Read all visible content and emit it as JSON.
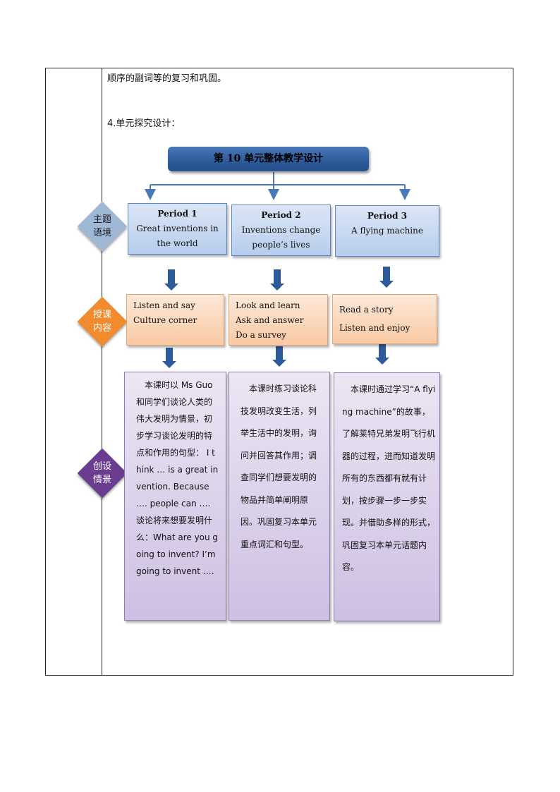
{
  "intro": {
    "line1": "顺序的副词等的复习和巩固。",
    "line2": "4.单元探究设计："
  },
  "diagram": {
    "title": "第 10 单元整体教学设计",
    "row_labels": [
      {
        "line1": "主题",
        "line2": "语境",
        "color": "#9fb8d8"
      },
      {
        "line1": "授课",
        "line2": "内容",
        "color": "#f28a2e"
      },
      {
        "line1": "创设",
        "line2": "情景",
        "color": "#6a3d91"
      }
    ],
    "periods": [
      {
        "title": "Period 1",
        "line1": "Great inventions in",
        "line2": "the world"
      },
      {
        "title": "Period 2",
        "line1": "Inventions change",
        "line2": "people’s lives"
      },
      {
        "title": "Period 3",
        "line1": "A flying machine",
        "line2": ""
      }
    ],
    "contents": [
      {
        "lines": [
          "Listen and say",
          "Culture corner"
        ]
      },
      {
        "lines": [
          "Look and learn",
          "Ask and answer",
          "Do a survey"
        ]
      },
      {
        "lines": [
          "Read a story",
          "Listen and enjoy"
        ]
      }
    ],
    "scenarios": [
      {
        "text": "　本课时以 Ms Guo 和同学们谈论人类的伟大发明为情景，初步学习谈论发明的特点和作用的句型： I think … is a great invention. Because …. people can …. 谈论将来想要发明什么：What are you going to invent? I’m going to invent …."
      },
      {
        "text": "　本课时练习谈论科技发明改变生活，列举生活中的发明，询问并回答其作用；调查同学们想要发明的物品并简单阐明原因。巩固复习本单元重点词汇和句型。"
      },
      {
        "text": "　本课时通过学习“A flying machine”的故事，了解莱特兄弟发明飞行机器的过程，进而知道发明所有的东西都有就有计划，按步骤一步一步实现。并借助多样的形式，巩固复习本单元话题内容。"
      }
    ]
  }
}
